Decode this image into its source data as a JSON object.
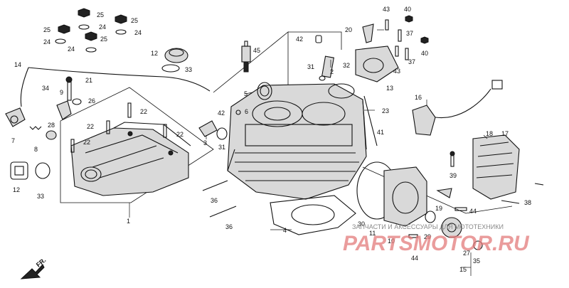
{
  "diagram": {
    "callouts": [
      "1",
      "2",
      "3",
      "4",
      "5",
      "6",
      "7",
      "8",
      "9",
      "10",
      "11",
      "12",
      "13",
      "14",
      "15",
      "16",
      "17",
      "18",
      "19",
      "20",
      "21",
      "22",
      "23",
      "24",
      "25",
      "26",
      "27",
      "28",
      "29",
      "30",
      "31",
      "32",
      "33",
      "34",
      "35",
      "36",
      "37",
      "38",
      "39",
      "40",
      "41",
      "42",
      "43",
      "44",
      "45"
    ],
    "direction_marker": "FR.",
    "watermark_text": "ЗАПЧАСТИ И АКСЕССУАРЫ ДЛЯ МОТОТЕХНИКИ",
    "watermark_logo": "PARTSMOTOR.RU"
  }
}
